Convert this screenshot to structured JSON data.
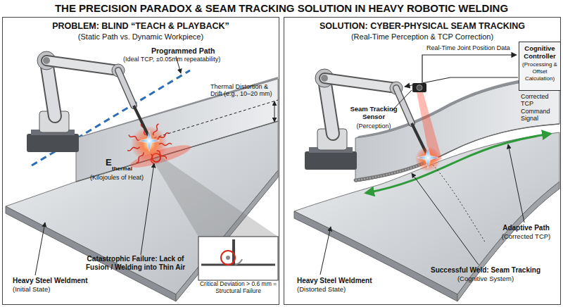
{
  "diagram": {
    "title": "THE PRECISION PARADOX & SEAM TRACKING SOLUTION IN HEAVY ROBOTIC WELDING",
    "nodes": [
      {
        "text": [
          "PROBLEM: BLIND “TEACH & PLAYBACK”",
          "(Static Path vs. Dynamic Workpiece)"
        ]
      },
      {
        "text": [
          "SOLUTION: CYBER-PHYSICAL SEAM TRACKING",
          "(Real-Time Perception & TCP Correction)"
        ]
      },
      {
        "text": [
          "Cognitive Controller",
          "(Processing & Offset Calculation)"
        ],
        "in": 1
      }
    ],
    "labels": [
      "Programmed Path",
      "(Ideal TCP, ±0.05mm repeatability)",
      "Thermal Distortion & Drift (e.g., 10–20 mm)",
      "E",
      "thermal",
      "(Kilojoules of Heat)",
      "Heavy Steel Weldment",
      "(Initial State)",
      "Catastrophic Failure: Lack of Fusion / Welding into Thin Air",
      "Critical Deviation > 0.6 mm = Structural Failure",
      "Real-Time Joint Position Data",
      "Corrected TCP Command Signal",
      "Seam Tracking Sensor",
      "(Perception)",
      "Adaptive Path",
      "(Corrected TCP)",
      "Heavy Steel Weldment",
      "(Distorted State)",
      "Successful Weld: Seam Tracking",
      "(Cognitive System)"
    ]
  }
}
